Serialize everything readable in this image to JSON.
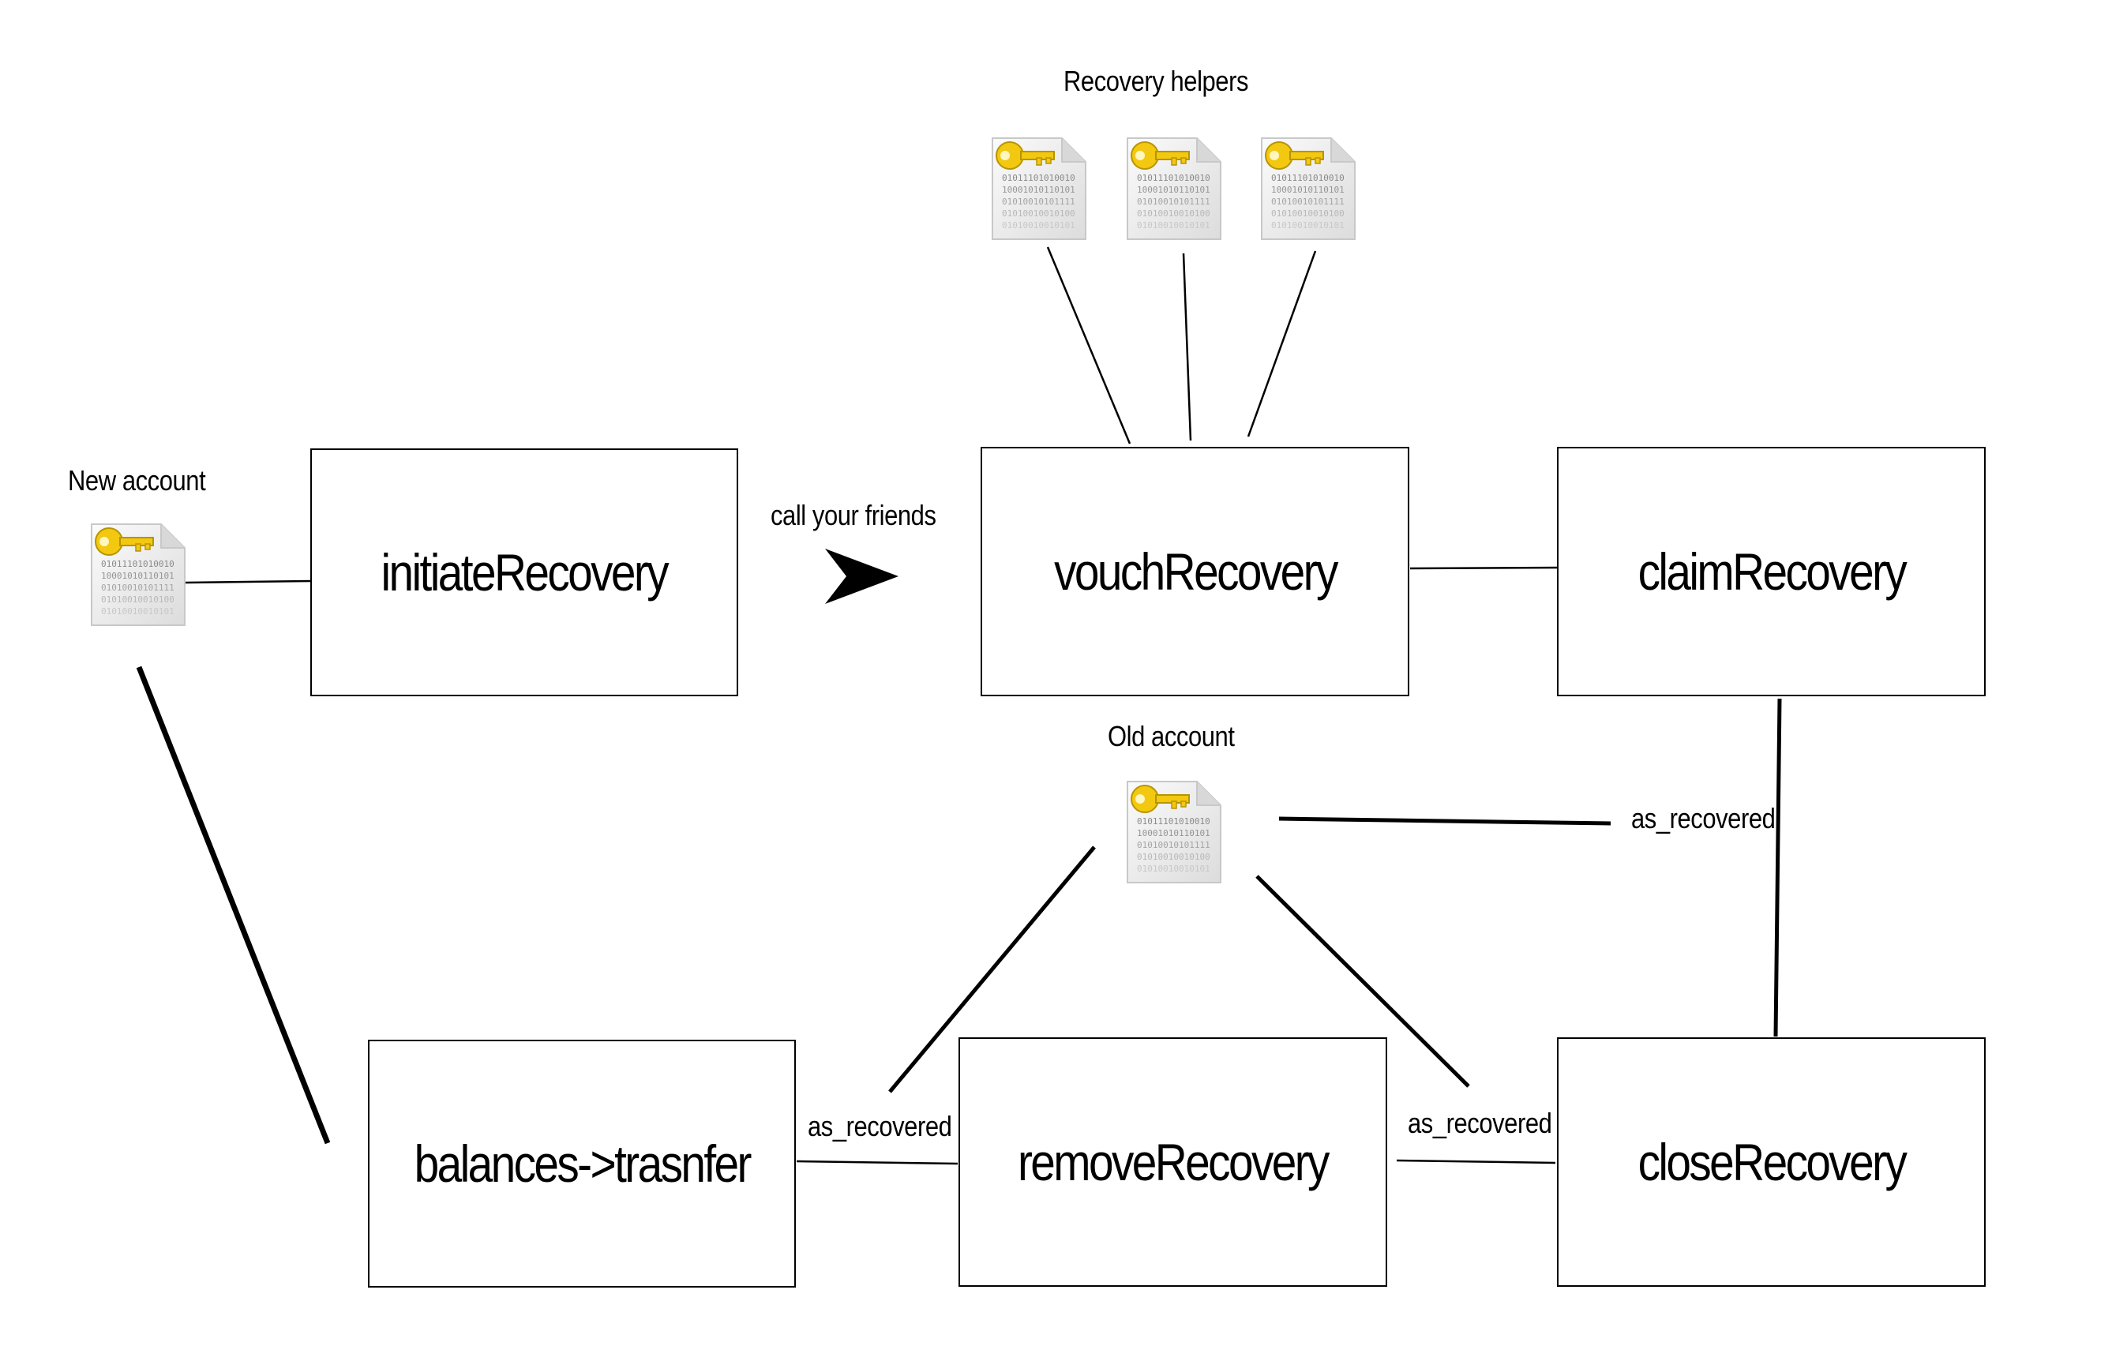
{
  "diagram": {
    "new_account": {
      "label": "New account",
      "icon": "key-file-icon"
    },
    "old_account": {
      "label": "Old account",
      "icon": "key-file-icon"
    },
    "recovery_helpers": {
      "label": "Recovery helpers",
      "icons": [
        "key-file-icon",
        "key-file-icon",
        "key-file-icon"
      ]
    },
    "call_friends_label": "call your friends",
    "boxes": {
      "initiate": "initiateRecovery",
      "vouch": "vouchRecovery",
      "claim": "claimRecovery",
      "balances": "balances->trasnfer",
      "remove": "removeRecovery",
      "close": "closeRecovery"
    },
    "edge_labels": {
      "claim_old": "as_recovered",
      "balances_remove": "as_recovered",
      "remove_close": "as_recovered"
    },
    "key_file_bits": [
      "01011101010010",
      "10001010110101",
      "01010010101111",
      "01010010010100",
      "01010010010101"
    ],
    "colors": {
      "key": "#f2c811",
      "key_dark": "#b99400",
      "paper": "#eeeeee",
      "line": "#000000"
    }
  }
}
